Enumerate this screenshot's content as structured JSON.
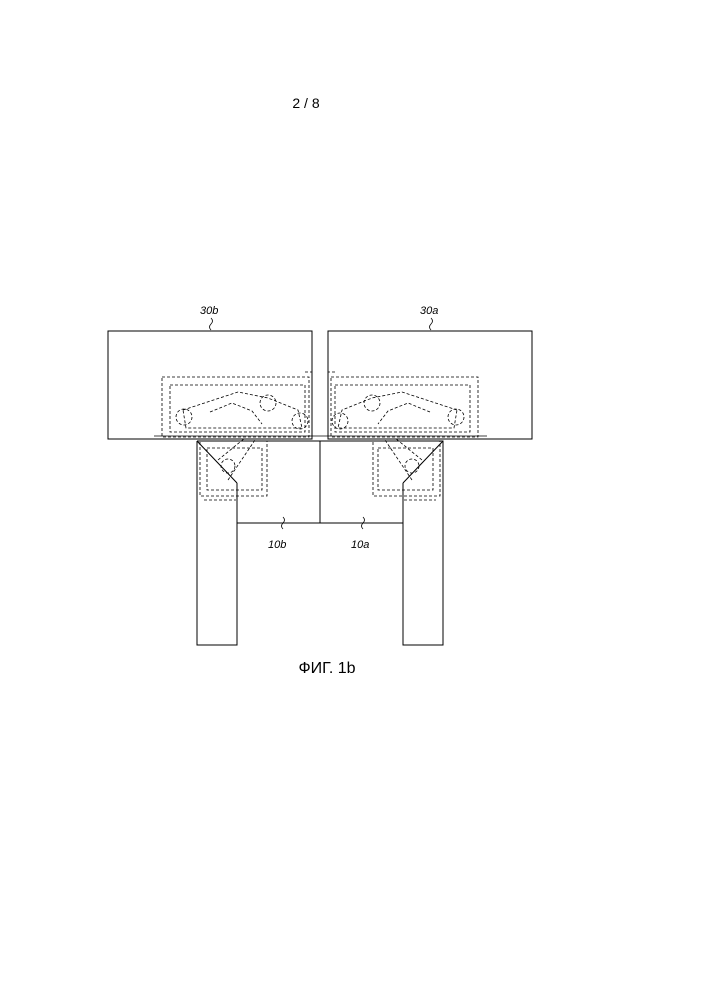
{
  "page_number": "2 / 8",
  "figure": {
    "caption": "ФИГ. 1b",
    "labels": {
      "box_left": "30b",
      "box_right": "30a",
      "frame_left": "10b",
      "frame_right": "10a"
    }
  }
}
